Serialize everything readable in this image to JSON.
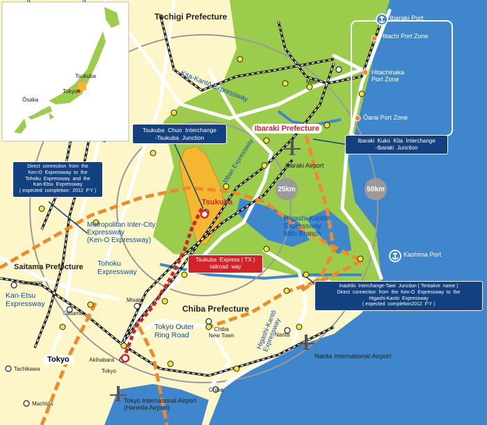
{
  "prefectures": {
    "tochigi": "Tochigi Prefecture",
    "ibaraki": "Ibaraki Prefecture",
    "saitama": "Saitama Prefecture",
    "chiba": "Chiba Prefecture"
  },
  "inset": {
    "tsukuba": "Tsukuba",
    "tokyo": "Tokyo",
    "osaka": "Ōsaka"
  },
  "roads": {
    "kita_kanto": "Kita-Kantō Expressway",
    "joban": "Jōban Expressway",
    "tohoku": "Tohoku\nExpressway",
    "kan_etsu": "Kan-Etsu\nExpressway",
    "metro": "Metropolitan Inter-City\nExpressway\n(Ken-O Expressway)",
    "tokyo_outer": "Tokyo Outer\nRing Road",
    "higashi_mito": "Higashi-Kantō\nExpressway\nMito Branch",
    "higashi_kanto": "Higashi-Kantō\nExpressway"
  },
  "ports": {
    "ibaraki_port": "Ibaraki Port",
    "hitachi": "Hitachi Port Zone",
    "hitachinaka": "Hitachinaka\nPort Zone",
    "oarai": "Ōarai Port Zone",
    "kashima": "Kashima Port"
  },
  "airports": {
    "ibaraki": "Ibaraki Airport",
    "narita": "Narita International Airport",
    "haneda": "Tokyo International Airport\n(Haneda Airport)"
  },
  "cities": {
    "mito": "Mito",
    "tsukuba": "Tsukuba",
    "kawagoe": "Kawagoe",
    "saitama": "Saitama",
    "misato": "Misato",
    "tokyo": "Tokyo",
    "akihabara": "Akihabara",
    "tokyo_station": "Tokyo",
    "tachikawa": "Tachikawa",
    "machida": "Machida",
    "chiba": "Chiba",
    "chiba_nt": "Chiba\nNew Town",
    "narita": "Narita"
  },
  "rings": {
    "r25": "25km",
    "r50": "50km"
  },
  "callouts": {
    "tsukuba_jct": "Tsukuba  Chuo  Interchange\n-Tsukuba  Junction",
    "ibaraki_jct": "Ibaraki  Kuko  Kita  Interchange\n-Ibaraki  Junction",
    "direct_tohoku": "Direct  connection  from  the\nKen-O  Expressway  to  the\nTohoku  Expressway  and  the\nKan-Etsu  Expressway\n( expected  completion:  2012  F'Y )",
    "tx": "Tsukuba  Express ( TX )\nrailroad  way",
    "inashiki": "Inashiki  Interchange-Taiei  Junction ( Tentative  name )\nDirect  connection  from  the  Ken-O  Expressway  to  the\nHigashi-Kanto  Expressway\n( expected  completion2012  F'Y )"
  },
  "colors": {
    "sea": "#3f86cc",
    "land": "#fdf6c8",
    "ibaraki_land": "#9ccc4c",
    "tsukuba_city": "#f5b731",
    "road": "#ffffff",
    "metro_exp": "#ee8a2e",
    "tx_line": "#d2232a",
    "callout": "#13407e"
  },
  "icons": [
    "airplane-icon",
    "anchor-icon",
    "junction-dot-icon",
    "port-dot-icon"
  ]
}
